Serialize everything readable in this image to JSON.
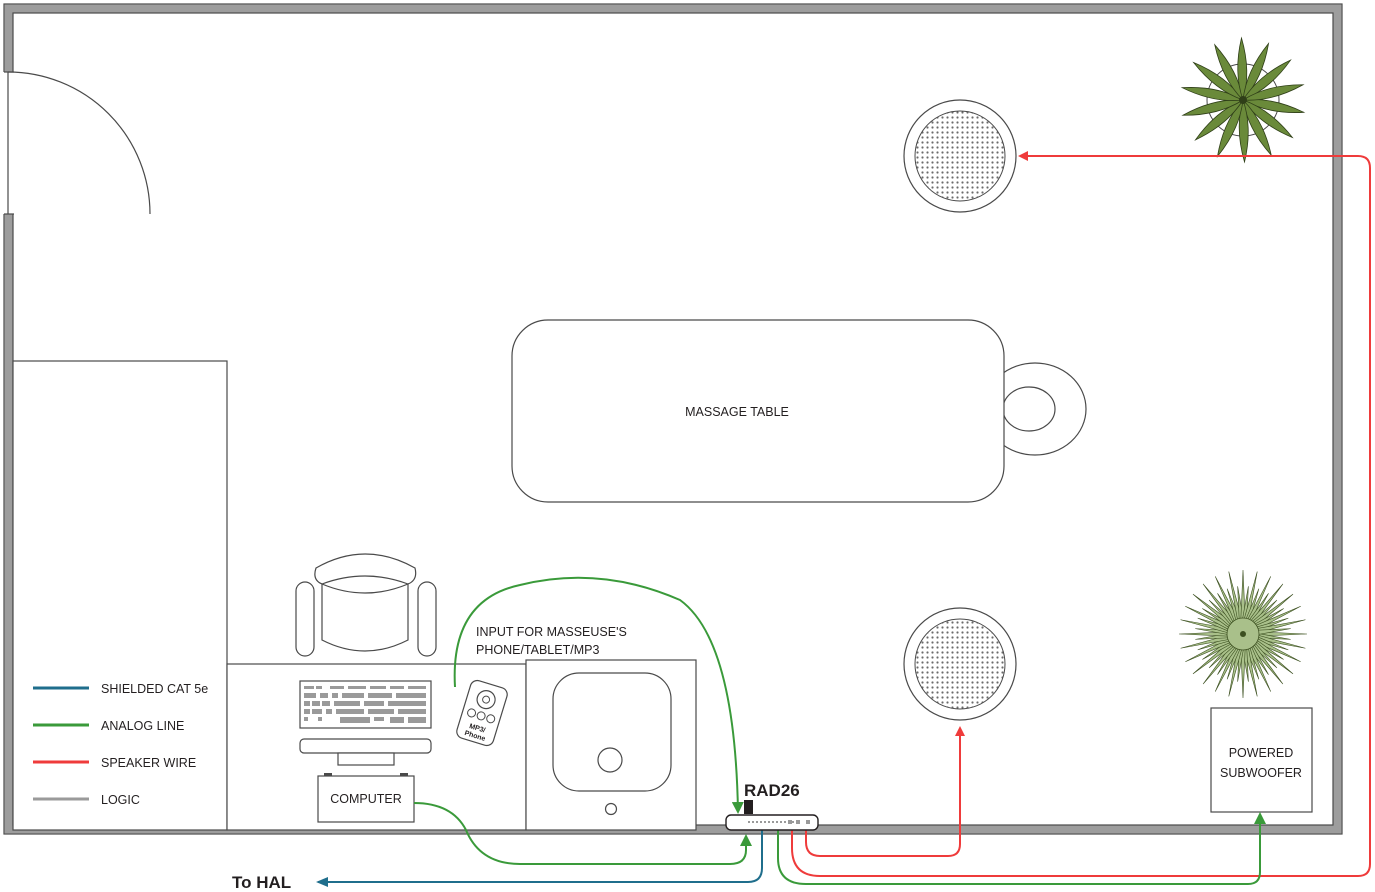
{
  "labels": {
    "massage_table": "MASSAGE TABLE",
    "input_line1": "INPUT FOR MASSEUSE'S",
    "input_line2": "PHONE/TABLET/MP3",
    "mp3_line1": "MP3/",
    "mp3_line2": "Phone",
    "rad26": "RAD26",
    "computer": "COMPUTER",
    "subwoofer_line1": "POWERED",
    "subwoofer_line2": "SUBWOOFER",
    "to_hal": "To HAL"
  },
  "legend": [
    {
      "label": "SHIELDED CAT 5e",
      "color": "#1f6e8c"
    },
    {
      "label": "ANALOG LINE",
      "color": "#3a9a3a"
    },
    {
      "label": "SPEAKER WIRE",
      "color": "#ef3b3b"
    },
    {
      "label": "LOGIC",
      "color": "#9a9a9a"
    }
  ],
  "colors": {
    "cat5e": "#1f6e8c",
    "analog": "#3a9a3a",
    "speaker": "#ef3b3b",
    "wall": "#9d9d9d",
    "plant": "#6a8a3a"
  }
}
